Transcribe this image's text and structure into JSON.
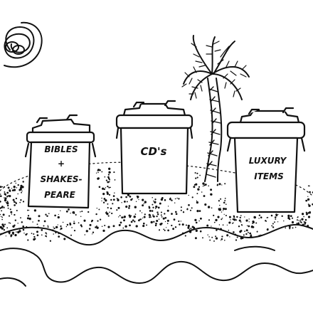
{
  "bins": {
    "left": {
      "lines": [
        "BIBLES",
        "+",
        "SHAKES-",
        "PEARE"
      ]
    },
    "middle": {
      "lines": [
        "CD's"
      ]
    },
    "right": {
      "lines": [
        "LUXURY",
        "ITEMS"
      ]
    }
  },
  "colors": {
    "ink": "#111111",
    "paper": "#ffffff"
  }
}
